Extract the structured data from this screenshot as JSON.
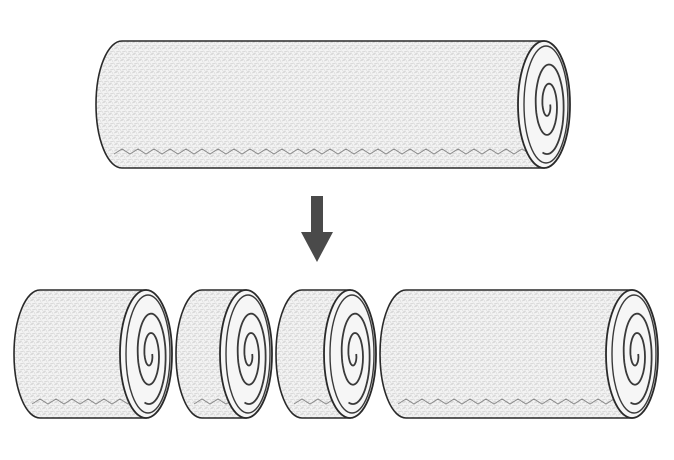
{
  "diagram": {
    "description_free": true,
    "colors": {
      "outline": "#2a2a2a",
      "fill": "#f1f1f1",
      "texture": "#cfcfcf",
      "spiral": "#3a3a3a",
      "arrow": "#4a4a4a",
      "zigzag": "#8a8a8a"
    },
    "top_roll": {
      "name": "full-log-roll"
    },
    "arrow": {
      "name": "down-arrow-icon"
    },
    "pieces": [
      {
        "name": "cut-roll-1"
      },
      {
        "name": "cut-roll-2"
      },
      {
        "name": "cut-roll-3"
      },
      {
        "name": "cut-roll-4"
      }
    ]
  }
}
